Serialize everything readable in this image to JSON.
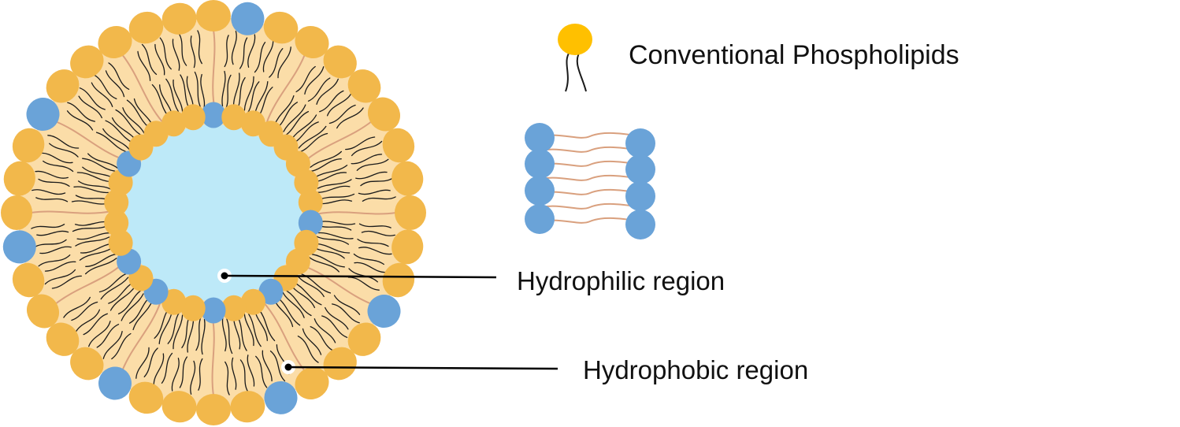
{
  "labels": {
    "conventional": "Conventional Phospholipids",
    "hydrophilic": "Hydrophilic region",
    "hydrophobic": "Hydrophobic region"
  },
  "colors": {
    "head_orange": "#F2B84B",
    "head_blue": "#6AA3D8",
    "legend_head": "#FFC000",
    "bilayer_fill": "#FBDDA8",
    "core_fill": "#BDE9F8",
    "tail_black": "#1a1a1a",
    "tail_tan": "#D9A07E",
    "pointer": "#000000"
  },
  "icons": {
    "phospholipid": "phospholipid-icon",
    "bilayer": "lipid-bilayer-icon",
    "liposome": "liposome-icon"
  }
}
